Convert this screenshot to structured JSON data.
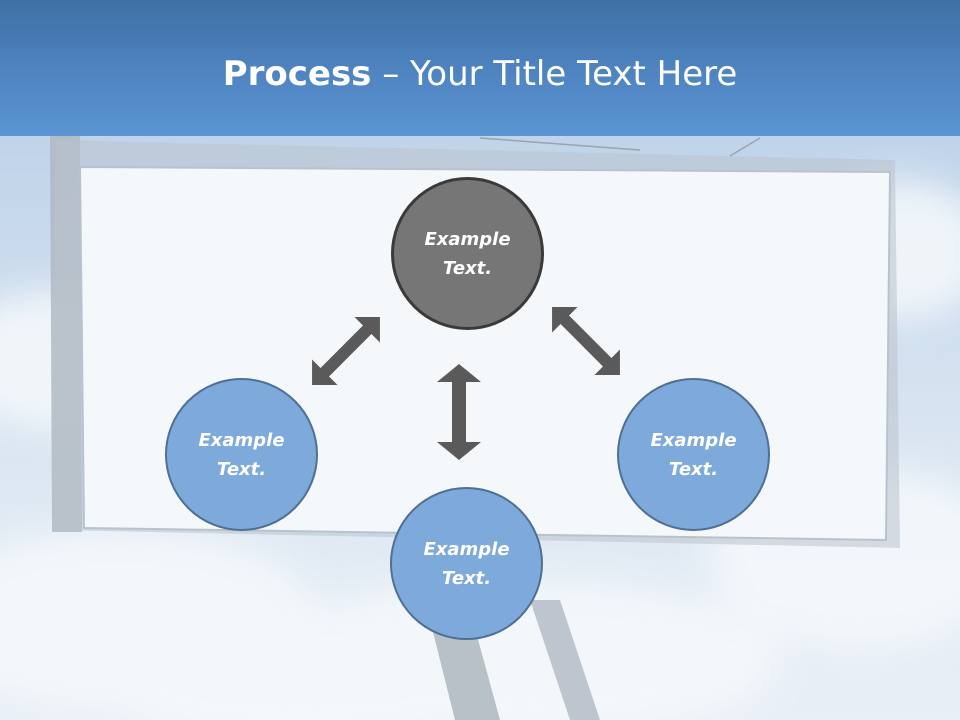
{
  "title": {
    "bold": "Process",
    "rest": " – Your Title Text Here"
  },
  "diagram": {
    "center": "Example\nText.",
    "left": "Example\nText.",
    "bottom": "Example\nText.",
    "right": "Example\nText."
  },
  "colors": {
    "header": "#4c81bd",
    "node_blue": "#7eaadb",
    "node_dark": "#767676",
    "arrow": "#5a5a5a"
  }
}
